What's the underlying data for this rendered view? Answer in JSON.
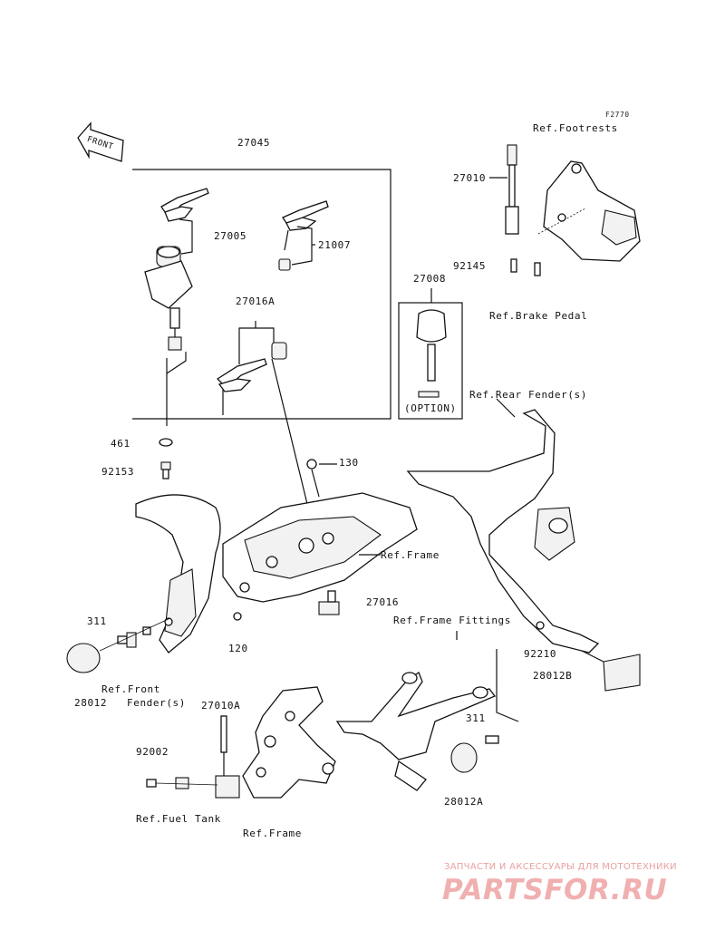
{
  "diagram": {
    "code": "F2770",
    "front_label": "FRONT",
    "labels": {
      "p27045": "27045",
      "p27005": "27005",
      "p21007": "21007",
      "p27016A": "27016A",
      "p461": "461",
      "p92153": "92153",
      "p130": "130",
      "p27010": "27010",
      "p92145": "92145",
      "p27008": "27008",
      "option": "(OPTION)",
      "ref_footrests": "Ref.Footrests",
      "ref_brake_pedal": "Ref.Brake Pedal",
      "ref_rear_fender": "Ref.Rear Fender(s)",
      "ref_frame_mid": "Ref.Frame",
      "p27016": "27016",
      "ref_frame_fittings": "Ref.Frame Fittings",
      "p311_left": "311",
      "p120": "120",
      "p92210": "92210",
      "p28012B": "28012B",
      "p28012": "28012",
      "ref_front_fender_1": "Ref.Front",
      "ref_front_fender_2": "Fender(s)",
      "p27010A": "27010A",
      "p311_right": "311",
      "p92002": "92002",
      "p28012A": "28012A",
      "ref_fuel_tank": "Ref.Fuel Tank",
      "ref_frame_bottom": "Ref.Frame"
    }
  },
  "watermark": {
    "tagline": "ЗАПЧАСТИ И АКСЕССУАРЫ ДЛЯ МОТОТЕХНИКИ",
    "logo": "PARTSFOR.RU"
  }
}
